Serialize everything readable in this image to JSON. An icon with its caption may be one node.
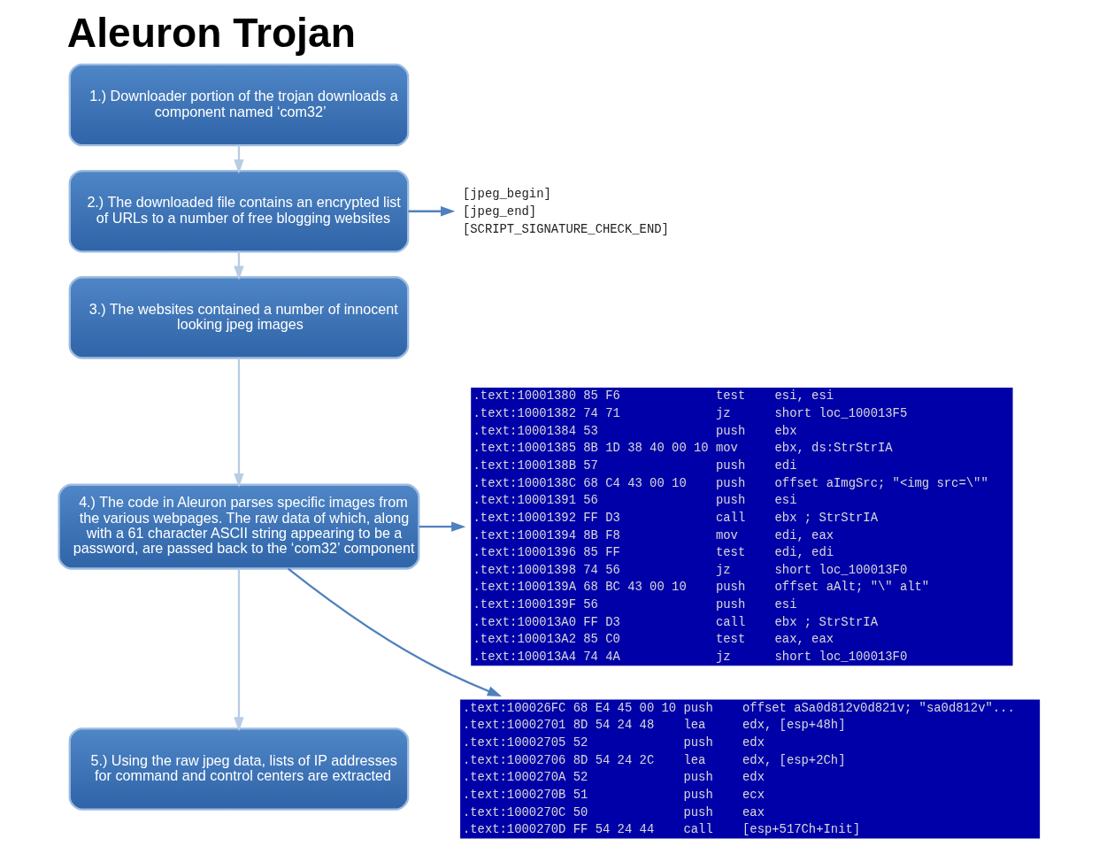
{
  "diagram": {
    "title": "Aleuron Trojan",
    "nodes": [
      {
        "text": [
          "1.) Downloader portion of the trojan downloads a component named ‘com32’"
        ]
      },
      {
        "text": [
          "2.) The downloaded file contains an encrypted list of URLs to a number of free blogging websites"
        ]
      },
      {
        "text": [
          "3.) The websites contained a number of innocent looking jpeg images"
        ]
      },
      {
        "text": [
          "4.) The code in Aleuron parses specific images from the various webpages. The raw data of which, along with a 61 character ASCII string appearing to be a password, are passed back to the ‘com32’ component"
        ]
      },
      {
        "text": [
          "5.) Using the raw jpeg data, lists of IP addresses for command and control centers are extracted"
        ]
      },
      {
        "text": [
          "[jpeg_begin]",
          "[jpeg_end]",
          "[SCRIPT_SIGNATURE_CHECK_END]"
        ]
      },
      {
        "text": [
          ".text:10001380 85 F6             test    esi, esi",
          ".text:10001382 74 71             jz      short loc_100013F5",
          ".text:10001384 53                push    ebx",
          ".text:10001385 8B 1D 38 40 00 10 mov     ebx, ds:StrStrIA",
          ".text:1000138B 57                push    edi",
          ".text:1000138C 68 C4 43 00 10    push    offset aImgSrc; \"<img src=\\\"\"",
          ".text:10001391 56                push    esi",
          ".text:10001392 FF D3             call    ebx ; StrStrIA",
          ".text:10001394 8B F8             mov     edi, eax",
          ".text:10001396 85 FF             test    edi, edi",
          ".text:10001398 74 56             jz      short loc_100013F0",
          ".text:1000139A 68 BC 43 00 10    push    offset aAlt; \"\\\" alt\"",
          ".text:1000139F 56                push    esi",
          ".text:100013A0 FF D3             call    ebx ; StrStrIA",
          ".text:100013A2 85 C0             test    eax, eax",
          ".text:100013A4 74 4A             jz      short loc_100013F0"
        ]
      },
      {
        "text": [
          ".text:100026FC 68 E4 45 00 10 push    offset aSa0d812v0d821v; \"sa0d812v\"...",
          ".text:10002701 8D 54 24 48    lea     edx, [esp+48h]",
          ".text:10002705 52             push    edx",
          ".text:10002706 8D 54 24 2C    lea     edx, [esp+2Ch]",
          ".text:1000270A 52             push    edx",
          ".text:1000270B 51             push    ecx",
          ".text:1000270C 50             push    eax",
          ".text:1000270D FF 54 24 44    call    [esp+517Ch+Init]"
        ]
      }
    ],
    "edges": [
      {
        "from": 0,
        "to": 1,
        "arrow": "to",
        "color": "#b8cce4"
      },
      {
        "from": 1,
        "to": 2,
        "arrow": "to",
        "color": "#b8cce4"
      },
      {
        "from": 2,
        "to": 3,
        "arrow": "to",
        "color": "#b8cce4"
      },
      {
        "from": 3,
        "to": 4,
        "arrow": "to",
        "color": "#b8cce4"
      },
      {
        "from": 1,
        "to": 5,
        "arrow": "to",
        "color": "#4f81bd"
      },
      {
        "from": 3,
        "to": 6,
        "arrow": "to",
        "color": "#4f81bd"
      },
      {
        "from": 3,
        "to": 7,
        "arrow": "to",
        "color": "#4f81bd"
      }
    ]
  }
}
